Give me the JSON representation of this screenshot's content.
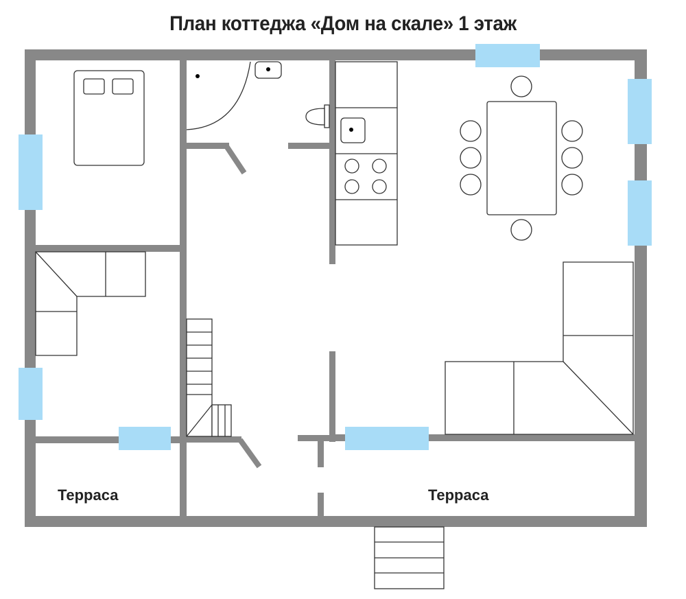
{
  "title": "План коттеджа «Дом на скале» 1 этаж",
  "rooms": {
    "terrace_left": "Терраса",
    "terrace_right": "Терраса"
  },
  "colors": {
    "wall": "#888888",
    "window": "#a8dcf7",
    "outline": "#333333"
  }
}
